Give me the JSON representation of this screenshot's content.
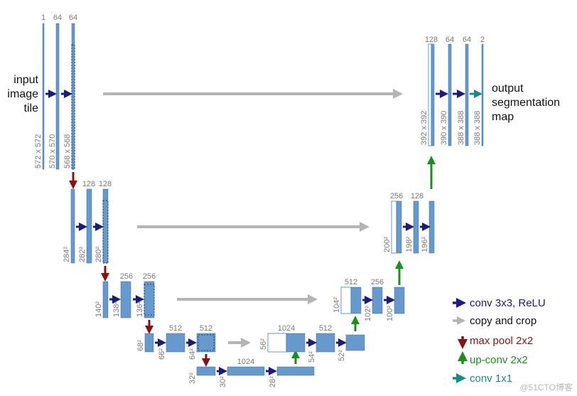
{
  "input_label": [
    "input",
    "image",
    "tile"
  ],
  "output_label": [
    "output",
    "segmentation",
    "map"
  ],
  "colors": {
    "blue_fill": "#6699cc",
    "blue_stroke": "#3f6fa8",
    "conv_arrow": "#1a1a80",
    "copy_arrow": "#b4b4b4",
    "pool_arrow": "#8b1010",
    "upconv_arrow": "#1a8f1a",
    "conv1x1_arrow": "#158c8c",
    "label_gray": "#7a7a7a"
  },
  "levels": [
    {
      "channels": [
        "1",
        "64",
        "64"
      ],
      "sizes": [
        "572 x 572",
        "570 x 570",
        "568 x 568"
      ]
    },
    {
      "channels": [
        "128",
        "128"
      ],
      "sizes": [
        "284²",
        "282²",
        "280²"
      ]
    },
    {
      "channels": [
        "256",
        "256"
      ],
      "sizes": [
        "140²",
        "138²",
        "136²"
      ]
    },
    {
      "channels": [
        "512",
        "512"
      ],
      "sizes": [
        "68²",
        "66²",
        "64²"
      ]
    },
    {
      "channels": [
        "1024"
      ],
      "sizes": [
        "32²",
        "30²",
        "28²"
      ]
    }
  ],
  "decoder": [
    {
      "channels": [
        "1024",
        "512"
      ],
      "sizes": [
        "56²",
        "54²",
        "52²"
      ]
    },
    {
      "channels": [
        "512",
        "256"
      ],
      "sizes": [
        "104²",
        "102²",
        "100²"
      ]
    },
    {
      "channels": [
        "256",
        "128"
      ],
      "sizes": [
        "200²",
        "198²",
        "196²"
      ]
    },
    {
      "channels": [
        "128",
        "64",
        "64",
        "2"
      ],
      "sizes": [
        "392 x 392",
        "390 x 390",
        "388 x 388",
        "388 x 388"
      ]
    }
  ],
  "legend": [
    {
      "label": "conv 3x3, ReLU",
      "color": "#1a1a80",
      "icon": "arrow-right-icon"
    },
    {
      "label": "copy and crop",
      "color": "#9a9a9a",
      "icon": "arrow-right-icon"
    },
    {
      "label": "max pool 2x2",
      "color": "#8b1010",
      "icon": "arrow-down-icon"
    },
    {
      "label": "up-conv 2x2",
      "color": "#1a8f1a",
      "icon": "arrow-up-icon"
    },
    {
      "label": "conv 1x1",
      "color": "#158c8c",
      "icon": "arrow-right-icon"
    }
  ],
  "watermark": "@51CTO博客"
}
